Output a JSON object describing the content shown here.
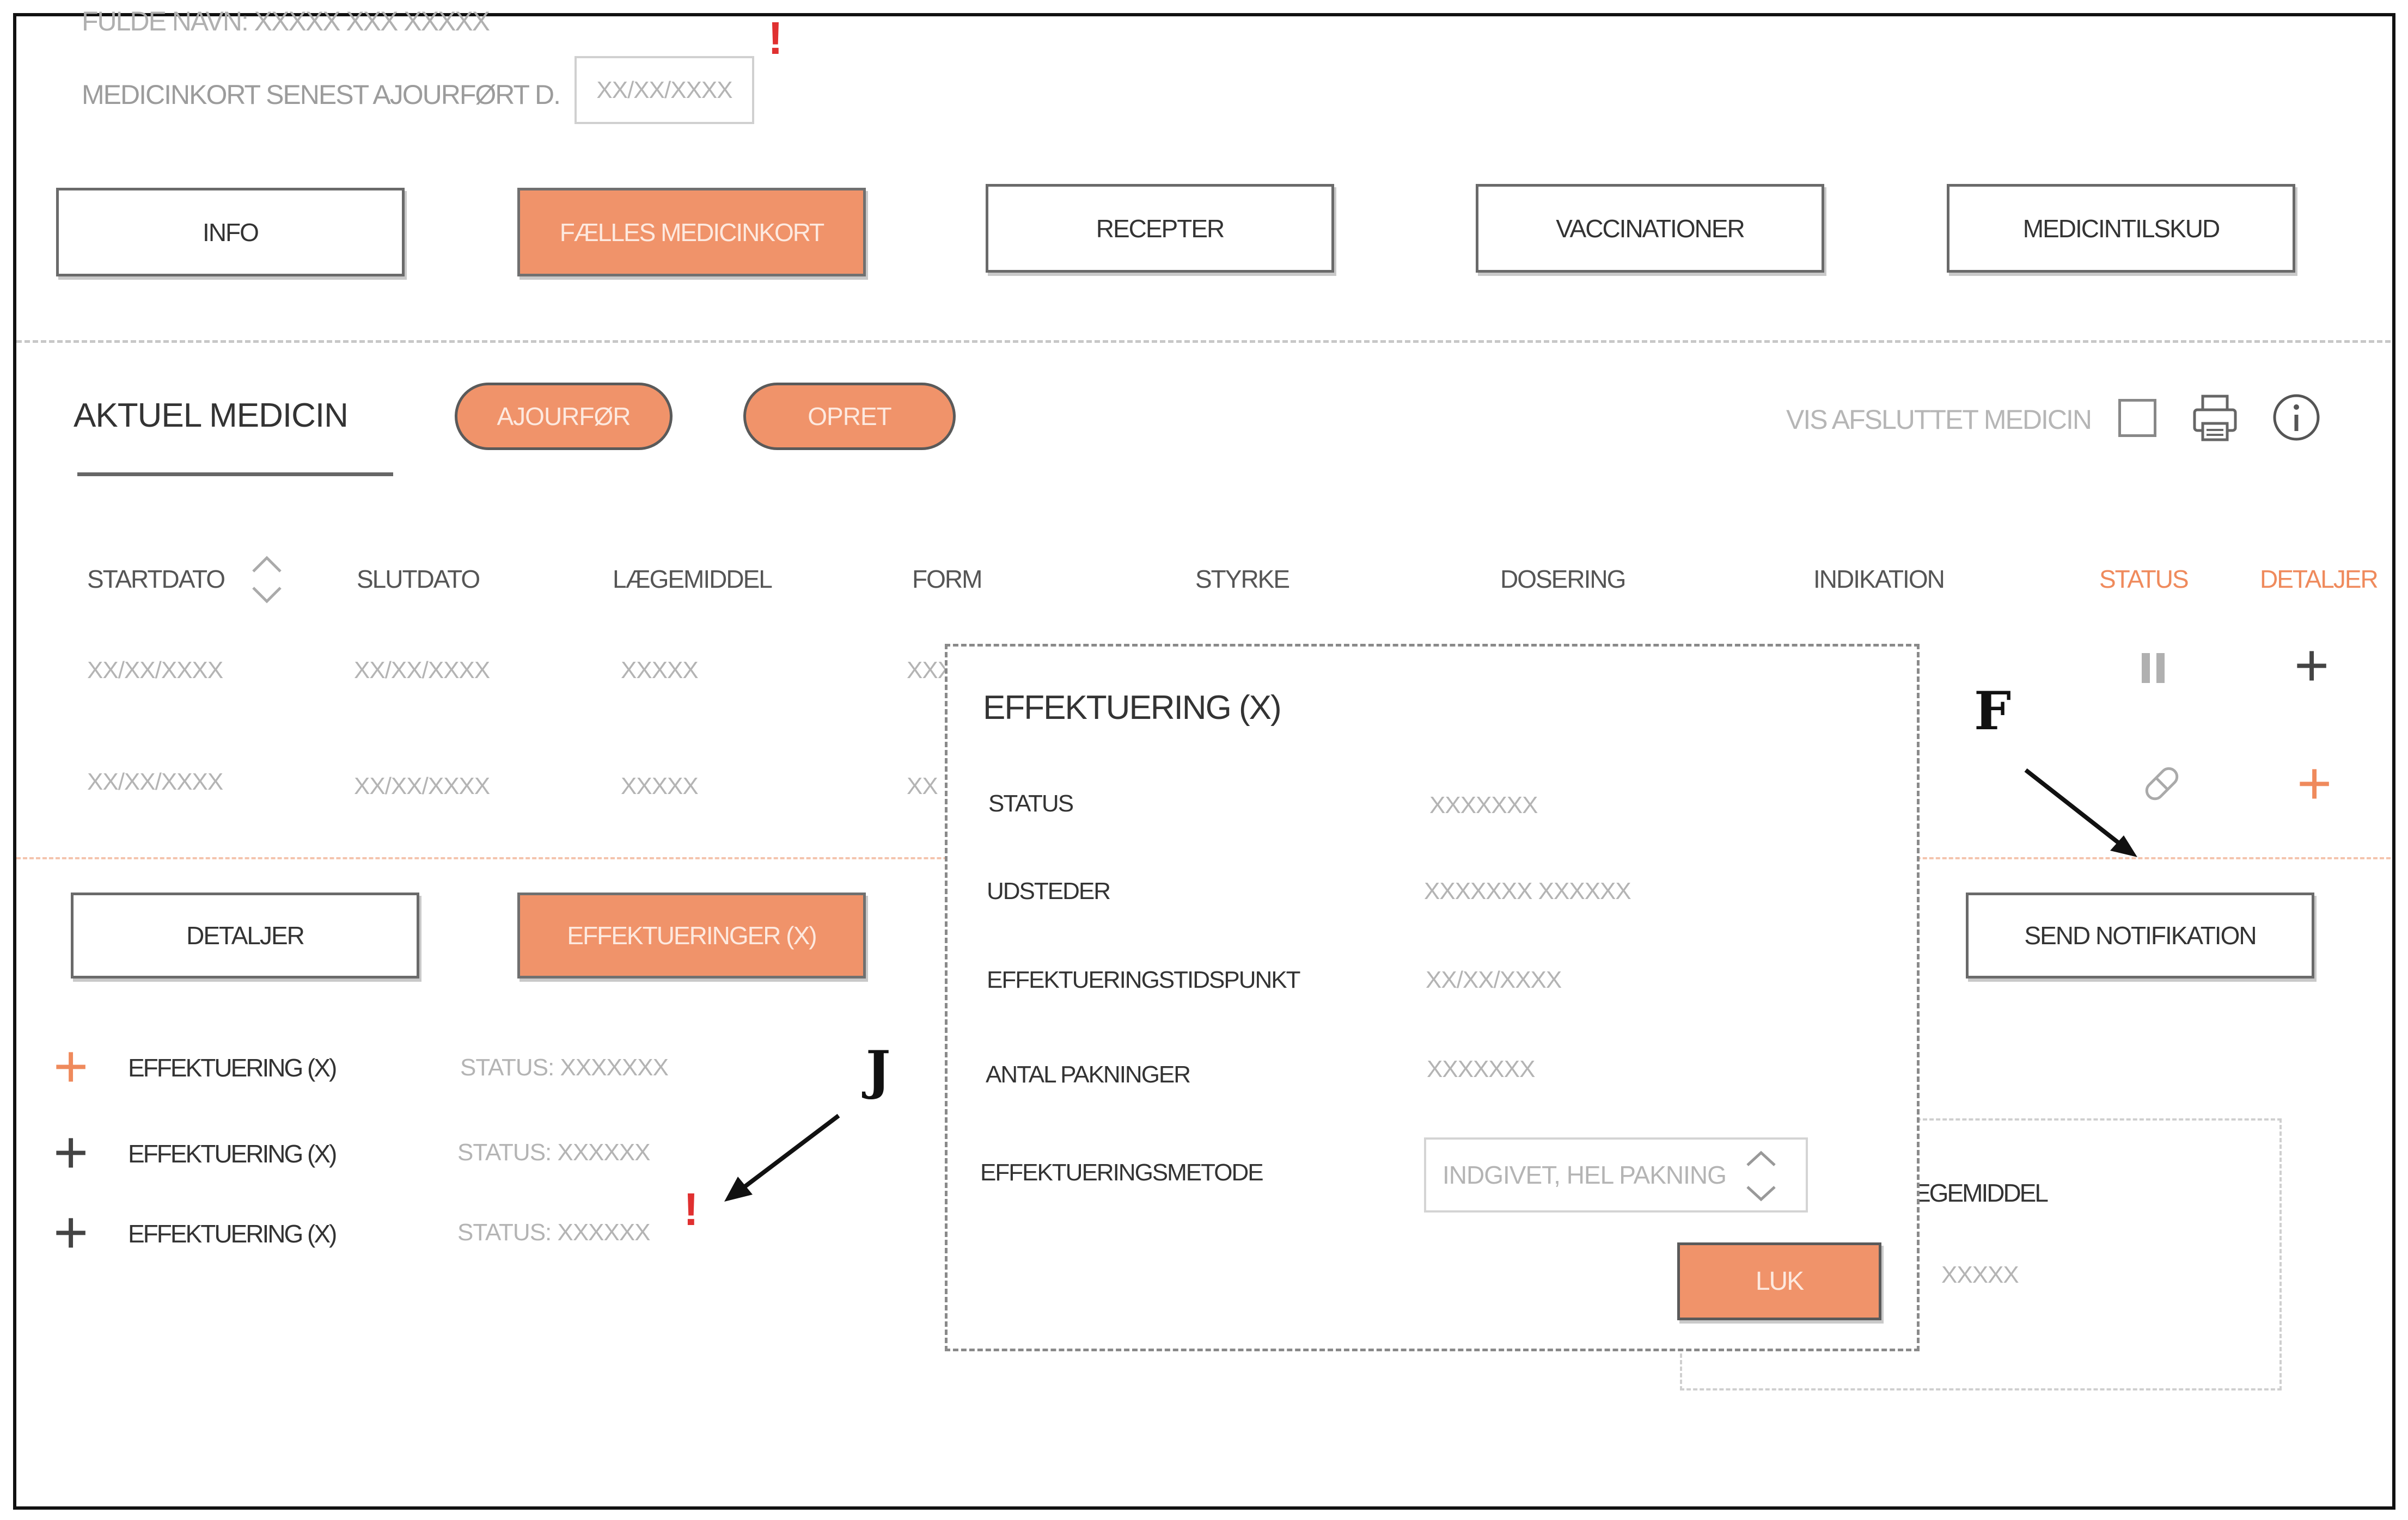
{
  "header": {
    "full_name_label": "FULDE NAVN: XXXXX XXX XXXXX",
    "updated_label": "MEDICINKORT SENEST AJOURFØRT D.",
    "updated_value": "XX/XX/XXXX",
    "alert_mark": "!"
  },
  "tabs": [
    {
      "label": "INFO",
      "active": false
    },
    {
      "label": "FÆLLES MEDICINKORT",
      "active": true
    },
    {
      "label": "RECEPTER",
      "active": false
    },
    {
      "label": "VACCINATIONER",
      "active": false
    },
    {
      "label": "MEDICINTILSKUD",
      "active": false
    }
  ],
  "section": {
    "title": "AKTUEL MEDICIN",
    "update_button": "AJOURFØR",
    "create_button": "OPRET",
    "show_ended_label": "VIS AFSLUTTET MEDICIN",
    "print_icon": "printer-icon",
    "info_icon": "info-icon"
  },
  "table": {
    "columns": [
      "STARTDATO",
      "SLUTDATO",
      "LÆGEMIDDEL",
      "FORM",
      "STYRKE",
      "DOSERING",
      "INDIKATION",
      "STATUS",
      "DETALJER"
    ],
    "rows": [
      {
        "startdato": "XX/XX/XXXX",
        "slutdato": "XX/XX/XXXX",
        "laegemiddel": "XXXXX",
        "form": "XXX",
        "status_icon": "pause-icon"
      },
      {
        "startdato": "XX/XX/XXXX",
        "slutdato": "XX/XX/XXXX",
        "laegemiddel": "XXXXX",
        "form": "XX",
        "status_icon": "pill-icon"
      }
    ]
  },
  "detail_tabs": {
    "details": "DETALJER",
    "effectuations": "EFFEKTUERINGER (X)",
    "send_notification": "SEND NOTIFIKATION"
  },
  "effectuations": [
    {
      "label": "EFFEKTUERING (X)",
      "status": "STATUS: XXXXXXX",
      "expanded": true,
      "alert": false
    },
    {
      "label": "EFFEKTUERING (X)",
      "status": "STATUS: XXXXXX",
      "expanded": false,
      "alert": false
    },
    {
      "label": "EFFEKTUERING (X)",
      "status": "STATUS: XXXXXX",
      "expanded": false,
      "alert": true
    }
  ],
  "background_panel": {
    "label": "EGEMIDDEL",
    "value": "XXXXX"
  },
  "modal": {
    "title": "EFFEKTUERING (X)",
    "rows": [
      {
        "label": "STATUS",
        "value": "XXXXXXX"
      },
      {
        "label": "UDSTEDER",
        "value": "XXXXXXX XXXXXX"
      },
      {
        "label": "EFFEKTUERINGSTIDSPUNKT",
        "value": "XX/XX/XXXX"
      },
      {
        "label": "ANTAL PAKNINGER",
        "value": "XXXXXXX"
      }
    ],
    "method_label": "EFFEKTUERINGSMETODE",
    "method_value": "INDGIVET, HEL PAKNING",
    "close_button": "LUK"
  },
  "annotations": {
    "f": "F",
    "j": "J"
  },
  "colors": {
    "accent": "#f0936a",
    "accent_text": "#ef8a5c",
    "alert": "#e03030"
  }
}
